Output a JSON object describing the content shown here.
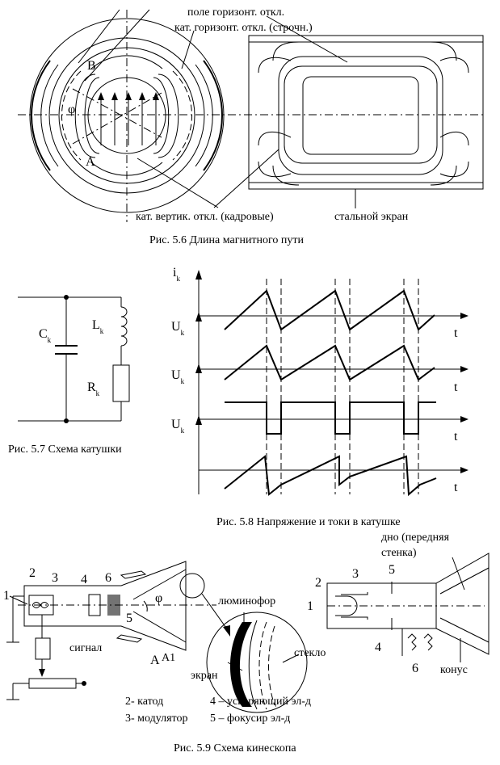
{
  "fig56": {
    "label_field": "поле горизонт. откл.",
    "label_hcoil": "кат. горизонт. откл. (строчн.)",
    "label_vcoil": "кат. вертик. откл. (кадровые)",
    "label_shield": "стальной экран",
    "label_B": "B",
    "label_A": "A",
    "label_phi": "φ",
    "caption": "Рис. 5.6    Длина магнитного пути"
  },
  "fig57": {
    "label_C": "C",
    "label_C_sub": "k",
    "label_L": "L",
    "label_L_sub": "k",
    "label_R": "R",
    "label_R_sub": "k",
    "caption": "Рис. 5.7 Схема катушки"
  },
  "fig58": {
    "labels": [
      {
        "main": "i",
        "sub": "k"
      },
      {
        "main": "U",
        "sub": "k"
      },
      {
        "main": "U",
        "sub": "k"
      },
      {
        "main": "U",
        "sub": "k"
      }
    ],
    "t_label": "t",
    "caption": "Рис. 5.8    Напряжение и токи в катушке"
  },
  "fig59": {
    "n1": "1",
    "n2": "2",
    "n3": "3",
    "n4": "4",
    "n5": "5",
    "n6": "6",
    "phi": "φ",
    "luminophor": "люминофор",
    "glass": "стекло",
    "screen": "экран",
    "signal": "сигнал",
    "A": "A",
    "A1": "A1",
    "legend_2": "2- катод",
    "legend_3": "3- модулятор",
    "legend_4": "4 – ускоряющий эл-д",
    "legend_5": "5 – фокусир эл-д",
    "r_n1": "1",
    "r_n2": "2",
    "r_n3": "3",
    "r_n4": "4",
    "r_n5": "5",
    "r_n6": "6",
    "bottom_line1": "дно (передняя",
    "bottom_line2": "стенка)",
    "cone": "конус",
    "caption": "Рис. 5.9    Схема кинескопа"
  }
}
